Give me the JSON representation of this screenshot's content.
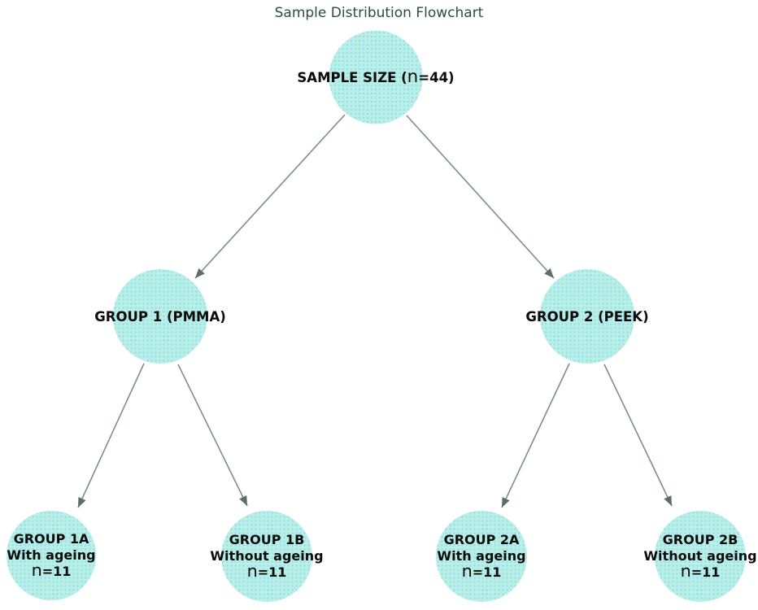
{
  "title": "Sample Distribution Flowchart",
  "colors": {
    "node_fill": "#b6f0e7",
    "node_speckle": "#84bcec",
    "edge_line": "#7e8e8c",
    "arrowhead": "#5d6d6d",
    "title_text": "#2e4a4a",
    "label_text": "#0b0b0b",
    "background": "#ffffff"
  },
  "nodes": {
    "root": {
      "pre": "SAMPLE SIZE (",
      "n": "n",
      "post": "=44)"
    },
    "group1": {
      "label": "GROUP 1 (PMMA)"
    },
    "group2": {
      "label": "GROUP 2 (PEEK)"
    },
    "group1a": {
      "line1": "GROUP 1A",
      "line2": "With ageing",
      "n": "n",
      "count": "=11"
    },
    "group1b": {
      "line1": "GROUP 1B",
      "line2": "Without ageing",
      "n": "n",
      "count": "=11"
    },
    "group2a": {
      "line1": "GROUP 2A",
      "line2": "With ageing",
      "n": "n",
      "count": "=11"
    },
    "group2b": {
      "line1": "GROUP 2B",
      "line2": "Without ageing",
      "n": "n",
      "count": "=11"
    }
  },
  "edges": [
    {
      "from": "root",
      "to": "group1"
    },
    {
      "from": "root",
      "to": "group2"
    },
    {
      "from": "group1",
      "to": "group1a"
    },
    {
      "from": "group1",
      "to": "group1b"
    },
    {
      "from": "group2",
      "to": "group2a"
    },
    {
      "from": "group2",
      "to": "group2b"
    }
  ]
}
